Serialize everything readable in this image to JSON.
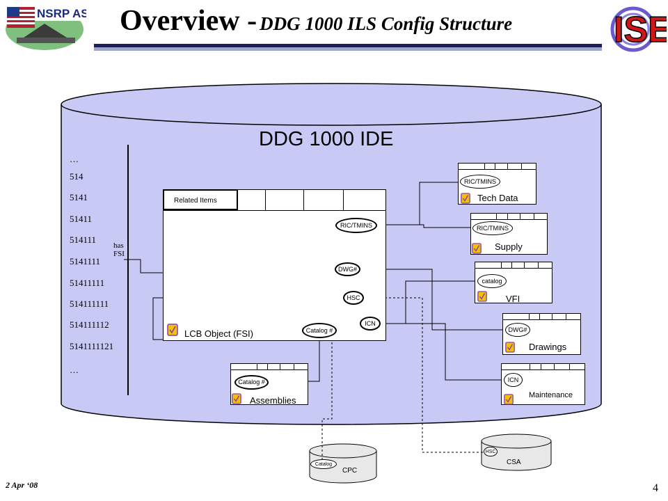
{
  "header": {
    "title_main": "Overview -",
    "title_sub": "DDG 1000 ILS Config Structure",
    "logo_left_text": "NSRP ASE",
    "logo_right_text": "ISE"
  },
  "ide": {
    "title": "DDG 1000 IDE",
    "hierarchy": [
      "…",
      "514",
      "5141",
      "51411",
      "514111",
      "5141111",
      "51411111",
      "514111111",
      "514111112",
      "5141111121",
      "…"
    ],
    "has_fsi": "has\nFSI"
  },
  "lcb": {
    "tab_label": "Related Items",
    "name": "LCB Object (FSI)",
    "ovals": {
      "ric": "RIC/TMINS",
      "dwg": "DWG#",
      "hsc": "HSC",
      "icn": "ICN",
      "catalog": "Catalog #"
    }
  },
  "targets": {
    "tech_data": {
      "label": "Tech Data",
      "oval": "RIC/TMINS"
    },
    "supply": {
      "label": "Supply",
      "oval": "RIC/TMINS"
    },
    "vfi": {
      "label": "VFI",
      "oval": "catalog"
    },
    "drawings": {
      "label": "Drawings",
      "oval": "DWG#"
    },
    "maintenance": {
      "label": "Maintenance",
      "oval": "ICN"
    },
    "assemblies": {
      "label": "Assemblies",
      "oval": "Catalog #"
    }
  },
  "databases": {
    "cpc": {
      "label": "CPC",
      "oval": "Catalog"
    },
    "csa": {
      "label": "CSA",
      "oval": "HSC"
    }
  },
  "footer": {
    "date": "2 Apr ‘08",
    "page": "4"
  },
  "colors": {
    "cylinder_fill": "#c9c9f5",
    "rule_dark": "#1e1e5a",
    "rule_light": "#9da6c7",
    "icon_yellow": "#f2c200",
    "icon_purple": "#8a3cb4"
  }
}
